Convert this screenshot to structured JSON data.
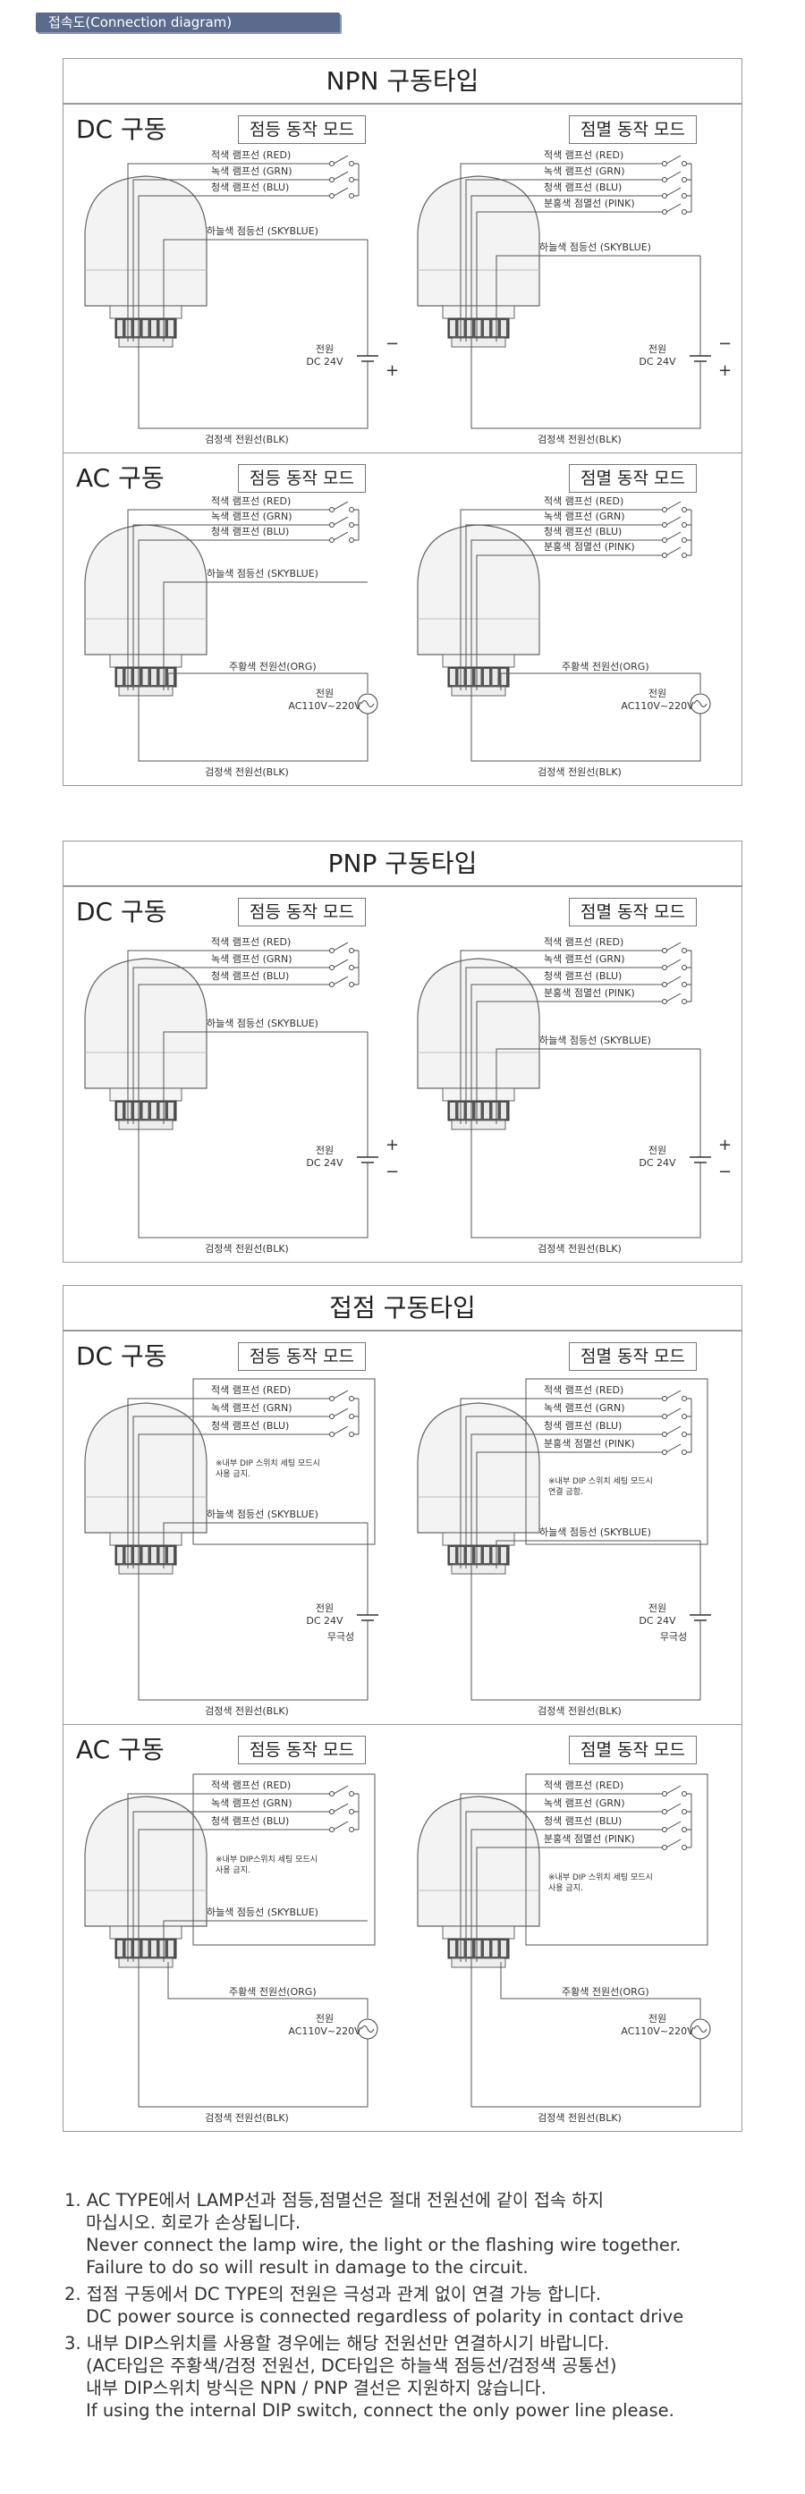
{
  "header": {
    "label": "접속도(Connection diagram)"
  },
  "panels": [
    {
      "title": "NPN 구동타입",
      "sections": [
        {
          "label": "DC 구동",
          "modes": [
            "점등 동작 모드",
            "점멸 동작 모드"
          ],
          "left": {
            "wires": [
              "적색 램프선 (RED)",
              "녹색 램프선 (GRN)",
              "청색 램프선 (BLU)"
            ],
            "extra": "하늘색 점등선 (SKYBLUE)",
            "power_label": "전원",
            "power_value": "DC 24V",
            "pol_top": "−",
            "pol_bot": "+",
            "ground": "검정색 전원선(BLK)"
          },
          "right": {
            "wires": [
              "적색 램프선 (RED)",
              "녹색 램프선 (GRN)",
              "청색 램프선 (BLU)",
              "분홍색 점멸선 (PINK)"
            ],
            "extra": "하늘색 점등선 (SKYBLUE)",
            "power_label": "전원",
            "power_value": "DC 24V",
            "pol_top": "−",
            "pol_bot": "+",
            "ground": "검정색 전원선(BLK)"
          }
        },
        {
          "label": "AC 구동",
          "modes": [
            "점등 동작 모드",
            "점멸 동작 모드"
          ],
          "left": {
            "wires": [
              "적색 램프선 (RED)",
              "녹색 램프선 (GRN)",
              "청색 램프선 (BLU)"
            ],
            "extra": "하늘색 점등선 (SKYBLUE)",
            "org": "주황색 전원선(ORG)",
            "power_label": "전원",
            "power_value": "AC110V~220V",
            "ground": "검정색 전원선(BLK)"
          },
          "right": {
            "wires": [
              "적색 램프선 (RED)",
              "녹색 램프선 (GRN)",
              "청색 램프선 (BLU)",
              "분홍색 점멸선 (PINK)"
            ],
            "org": "주황색 전원선(ORG)",
            "power_label": "전원",
            "power_value": "AC110V~220V",
            "ground": "검정색 전원선(BLK)"
          }
        }
      ]
    },
    {
      "title": "PNP 구동타입",
      "sections": [
        {
          "label": "DC 구동",
          "modes": [
            "점등 동작 모드",
            "점멸 동작 모드"
          ],
          "left": {
            "wires": [
              "적색 램프선 (RED)",
              "녹색 램프선 (GRN)",
              "청색 램프선 (BLU)"
            ],
            "extra": "하늘색 점등선 (SKYBLUE)",
            "power_label": "전원",
            "power_value": "DC 24V",
            "pol_top": "+",
            "pol_bot": "−",
            "ground": "검정색 전원선(BLK)"
          },
          "right": {
            "wires": [
              "적색 램프선 (RED)",
              "녹색 램프선 (GRN)",
              "청색 램프선 (BLU)",
              "분홍색 점멸선 (PINK)"
            ],
            "extra": "하늘색 점등선 (SKYBLUE)",
            "power_label": "전원",
            "power_value": "DC 24V",
            "pol_top": "+",
            "pol_bot": "−",
            "ground": "검정색 전원선(BLK)"
          }
        }
      ]
    },
    {
      "title": "접점 구동타입",
      "sections": [
        {
          "label": "DC 구동",
          "modes": [
            "점등 동작 모드",
            "점멸 동작 모드"
          ],
          "left": {
            "wires": [
              "적색 램프선 (RED)",
              "녹색 램프선 (GRN)",
              "청색 램프선 (BLU)"
            ],
            "note": [
              "※내부 DIP 스위치 세팅 모드시",
              "사용 금지."
            ],
            "extra": "하늘색 점등선 (SKYBLUE)",
            "power_label": "전원",
            "power_value": "DC 24V",
            "nonpol": "무극성",
            "ground": "검정색 전원선(BLK)"
          },
          "right": {
            "wires": [
              "적색 램프선 (RED)",
              "녹색 램프선 (GRN)",
              "청색 램프선 (BLU)",
              "분홍색 점멸선 (PINK)"
            ],
            "note": [
              "※내부 DIP 스위치 세팅 모드시",
              "연결 금함."
            ],
            "extra": "하늘색 점등선 (SKYBLUE)",
            "power_label": "전원",
            "power_value": "DC 24V",
            "nonpol": "무극성",
            "ground": "검정색 전원선(BLK)"
          }
        },
        {
          "label": "AC 구동",
          "modes": [
            "점등 동작 모드",
            "점멸 동작 모드"
          ],
          "left": {
            "wires": [
              "적색 램프선 (RED)",
              "녹색 램프선 (GRN)",
              "청색 램프선 (BLU)"
            ],
            "extra": "하늘색 점등선 (SKYBLUE)",
            "note": [
              "※내부 DIP스위치 세팅 모드시",
              "사용 금지."
            ],
            "org": "주황색 전원선(ORG)",
            "power_label": "전원",
            "power_value": "AC110V~220V",
            "ground": "검정색 전원선(BLK)"
          },
          "right": {
            "wires": [
              "적색 램프선 (RED)",
              "녹색 램프선 (GRN)",
              "청색 램프선 (BLU)",
              "분홍색 점멸선 (PINK)"
            ],
            "note": [
              "※내부 DIP 스위치 세팅 모드시",
              "사용 금지."
            ],
            "org": "주황색 전원선(ORG)",
            "power_label": "전원",
            "power_value": "AC110V~220V",
            "ground": "검정색 전원선(BLK)"
          }
        }
      ]
    }
  ],
  "notes": [
    [
      "1. AC TYPE에서 LAMP선과 점등,점멸선은 절대 전원선에 같이 접속 하지",
      "마십시오. 회로가 손상됩니다.",
      "Never connect the lamp wire, the light or the flashing wire together.",
      "Failure to do so will result in damage to the circuit."
    ],
    [
      "2. 접점 구동에서 DC TYPE의 전원은 극성과 관계 없이 연결 가능 합니다.",
      "DC power source is connected regardless of polarity in contact drive"
    ],
    [
      "3. 내부 DIP스위치를 사용할 경우에는 해당 전원선만 연결하시기 바랍니다.",
      "(AC타입은 주황색/검정 전원선, DC타입은 하늘색 점등선/검정색 공통선)",
      "내부 DIP스위치 방식은 NPN / PNP 결선은 지원하지 않습니다.",
      "If using the internal DIP switch, connect the only power line please."
    ]
  ]
}
